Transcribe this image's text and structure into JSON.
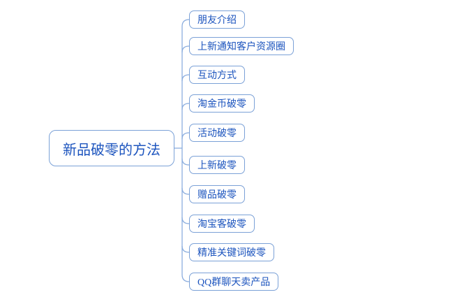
{
  "mindmap": {
    "root": {
      "label": "新品破零的方法"
    },
    "children": [
      {
        "label": "朋友介绍"
      },
      {
        "label": "上新通知客户资源圈"
      },
      {
        "label": "互动方式"
      },
      {
        "label": "淘金币破零"
      },
      {
        "label": "活动破零"
      },
      {
        "label": "上新破零"
      },
      {
        "label": "赠品破零"
      },
      {
        "label": "淘宝客破零"
      },
      {
        "label": "精准关键词破零"
      },
      {
        "label": "QQ群聊天卖产品"
      }
    ],
    "colors": {
      "node_border": "#7ba1d7",
      "node_text": "#1c54be",
      "connector": "#8badde",
      "background": "#ffffff"
    }
  }
}
